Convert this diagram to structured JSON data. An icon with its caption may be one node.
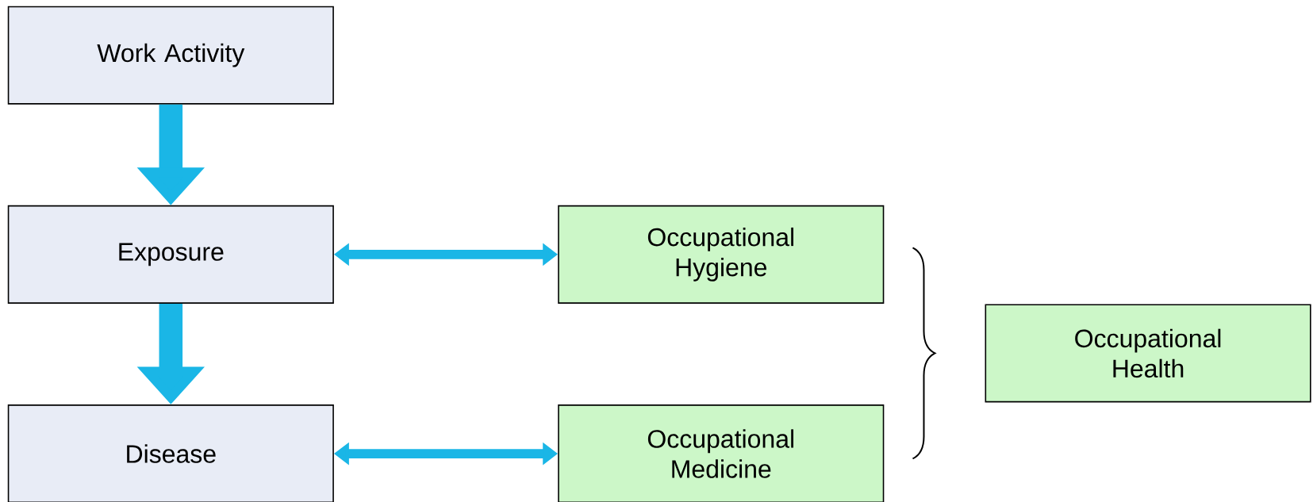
{
  "diagram": {
    "nodes": [
      {
        "text": [
          "Work Activity"
        ]
      },
      {
        "text": [
          "Exposure"
        ]
      },
      {
        "text": [
          "Disease"
        ]
      },
      {
        "text": [
          "Occupational Hygiene"
        ]
      },
      {
        "text": [
          "Occupational Medicine"
        ]
      },
      {
        "text": [
          "Occupational Health"
        ]
      }
    ],
    "edges": [
      {
        "from": 0,
        "to": 1,
        "arrow": "to",
        "style": "thick"
      },
      {
        "from": 1,
        "to": 2,
        "arrow": "to",
        "style": "thick"
      },
      {
        "from": 1,
        "to": 3,
        "arrow": "both"
      },
      {
        "from": 2,
        "to": 4,
        "arrow": "both"
      }
    ]
  }
}
